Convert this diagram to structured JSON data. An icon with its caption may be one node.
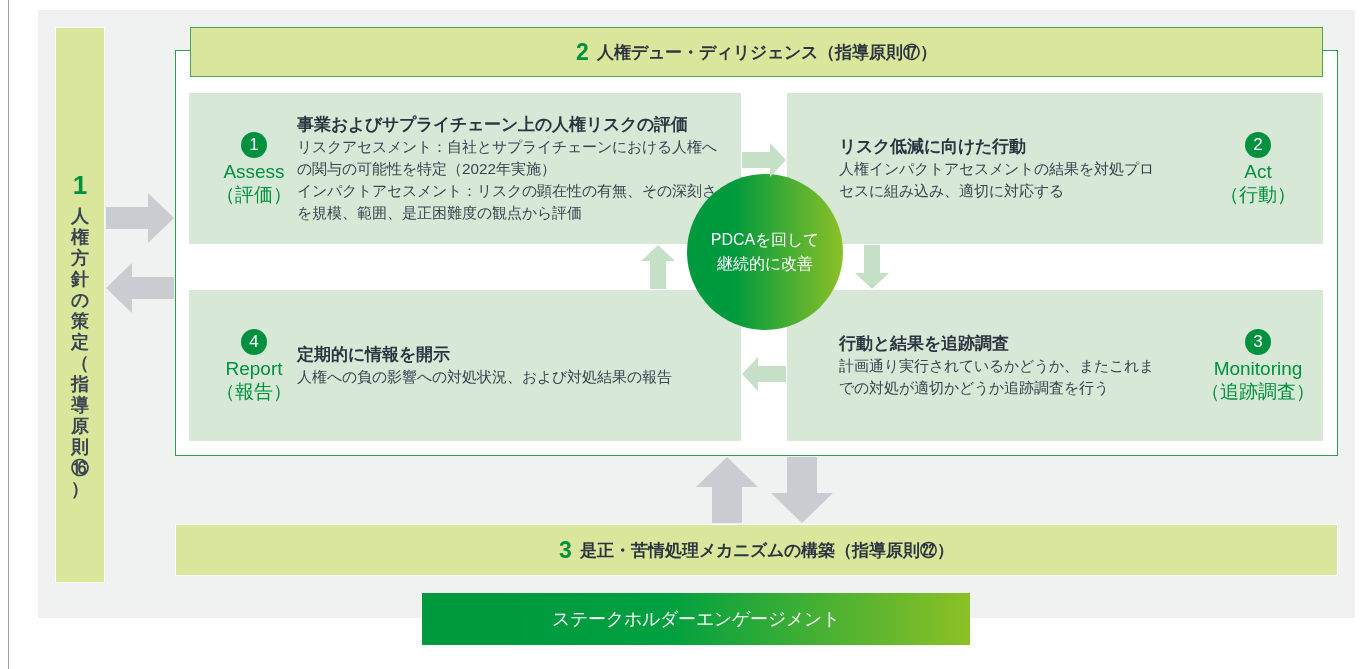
{
  "diagram": {
    "nodes": [
      {
        "text": [
          "1",
          "人権方針の策定（指導原則⑯）"
        ]
      },
      {
        "text": [
          "2",
          "人権デュー・ディリジェンス（指導原則⑰）"
        ]
      },
      {
        "text": [],
        "shape": "box"
      },
      {
        "text": [
          "1",
          "Assess",
          "（評価）",
          "事業およびサプライチェーン上の人権リスクの評価",
          "リスクアセスメント：自社とサプライチェーンにおける人権への関与の可能性を特定（2022年実施）",
          "インパクトアセスメント：リスクの顕在性の有無、その深刻さを規模、範囲、是正困難度の観点から評価"
        ],
        "in": 2
      },
      {
        "text": [
          "2",
          "Act",
          "（行動）",
          "リスク低減に向けた行動",
          "人権インパクトアセスメントの結果を対処プロセスに組み込み、適切に対応する"
        ],
        "in": 2
      },
      {
        "text": [
          "3",
          "Monitoring",
          "（追跡調査）",
          "行動と結果を追跡調査",
          "計画通り実行されているかどうか、またこれまでの対処が適切かどうか追跡調査を行う"
        ],
        "in": 2
      },
      {
        "text": [
          "4",
          "Report",
          "（報告）",
          "定期的に情報を開示",
          "人権への負の影響への対処状況、および対処結果の報告"
        ],
        "in": 2
      },
      {
        "text": [
          "PDCAを回して継続的に改善"
        ],
        "in": 2
      },
      {
        "text": [
          "3",
          "是正・苦情処理メカニズムの構築（指導原則㉒）"
        ]
      },
      {
        "text": [
          "ステークホルダーエンゲージメント"
        ]
      }
    ],
    "edges": [
      {
        "from": 0,
        "to": 2,
        "arrow": "to"
      },
      {
        "from": 2,
        "to": 0,
        "arrow": "to"
      },
      {
        "from": 3,
        "to": 4,
        "arrow": "to",
        "color": "#c6e0c7"
      },
      {
        "from": 4,
        "to": 5,
        "arrow": "to",
        "color": "#c6e0c7"
      },
      {
        "from": 5,
        "to": 6,
        "arrow": "to",
        "color": "#c6e0c7"
      },
      {
        "from": 6,
        "to": 3,
        "arrow": "to",
        "color": "#c6e0c7"
      },
      {
        "from": 8,
        "to": 2,
        "arrow": "to"
      },
      {
        "from": 2,
        "to": 8,
        "arrow": "to"
      }
    ]
  }
}
